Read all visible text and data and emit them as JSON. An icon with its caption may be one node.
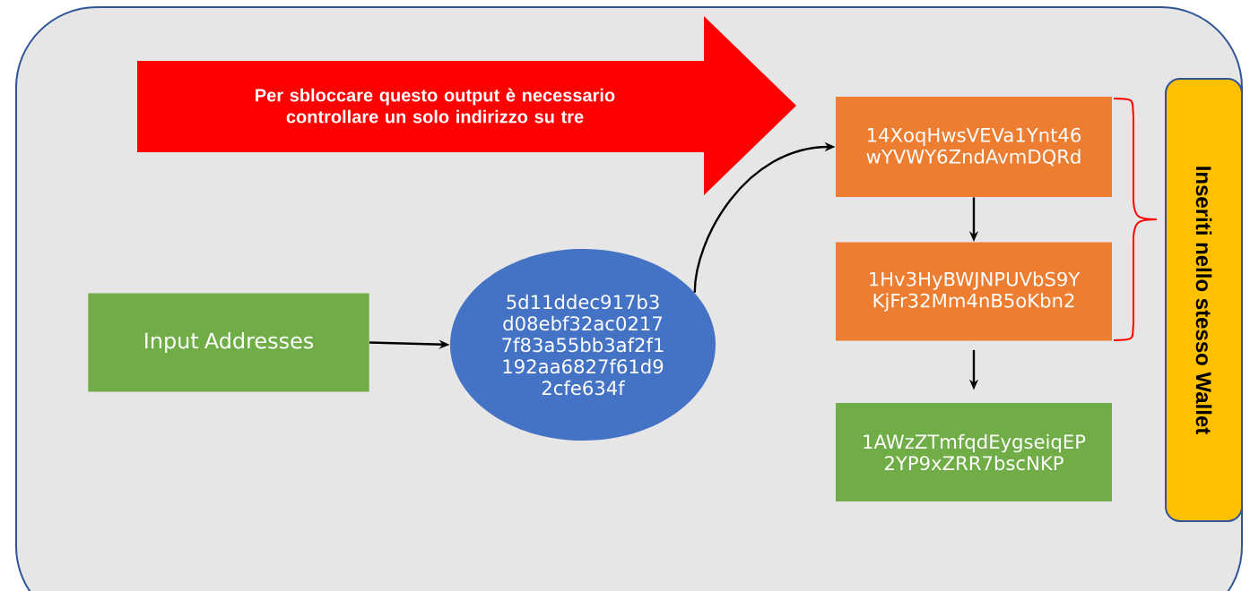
{
  "diagram": {
    "nodes": [
      {
        "text": [
          "Per sbloccare questo output è necessario controllare un solo indirizzo su tre"
        ]
      },
      {
        "text": [
          "Input Addresses"
        ]
      },
      {
        "text": [
          "5d11ddec917b3 d08ebf32ac0217 7f83a55bb3af2f1 192aa6827f61d9 2cfe634f"
        ]
      },
      {
        "text": [
          "14XoqHwsVEVa1Ynt46 wYVWY6ZndAvmDQRd"
        ]
      },
      {
        "text": [
          "1Hv3HyBWJNPUVbS9Y KjFr32Mm4nB5oKbn2"
        ]
      },
      {
        "text": [
          "1AWzZTmfqdEygseiqEP 2YP9xZRR7bscNKP"
        ]
      },
      {
        "text": [
          "Inseriti nello stesso Wallet"
        ]
      }
    ],
    "edges": [
      {
        "from": 1,
        "to": 2,
        "arrow": "to"
      },
      {
        "from": 2,
        "to": 3,
        "arrow": "to"
      },
      {
        "from": 3,
        "to": 4,
        "arrow": "to"
      },
      {
        "from": 4,
        "to": 5,
        "arrow": "to"
      }
    ]
  }
}
